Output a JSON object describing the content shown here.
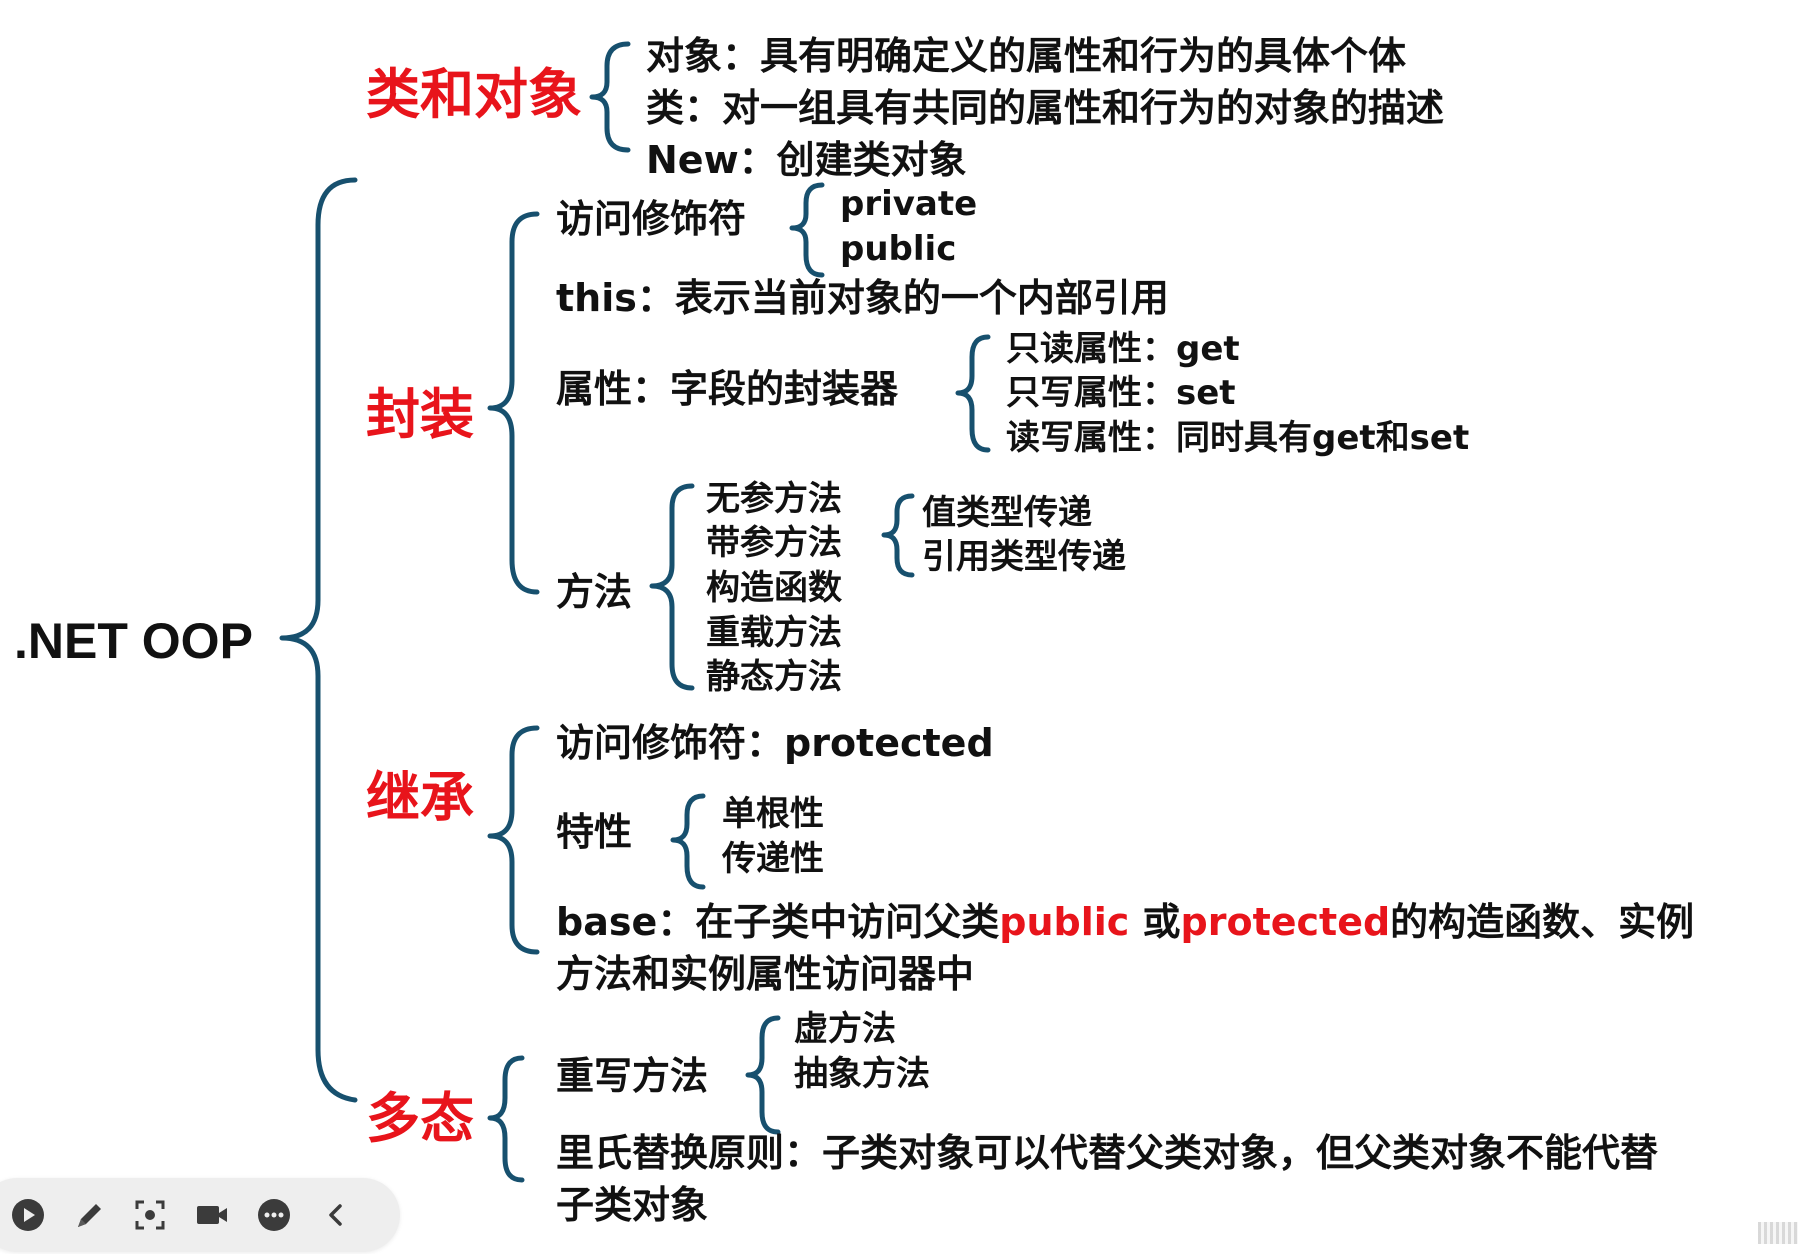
{
  "mindmap": {
    "root": ".NET OOP",
    "class_object": {
      "title": "类和对象",
      "items": [
        "对象：具有明确定义的属性和行为的具体个体",
        "类：对一组具有共同的属性和行为的对象的描述",
        "New：创建类对象"
      ]
    },
    "encapsulation": {
      "title": "封装",
      "access_modifier": {
        "label": "访问修饰符",
        "options": [
          "private",
          "public"
        ]
      },
      "this_text": "this：表示当前对象的一个内部引用",
      "property": {
        "label": "属性：字段的封装器",
        "kinds": [
          "只读属性：get",
          "只写属性：set",
          "读写属性：同时具有get和set"
        ]
      },
      "method": {
        "label": "方法",
        "kinds": [
          "无参方法",
          "带参方法",
          "构造函数",
          "重载方法",
          "静态方法"
        ],
        "param_passing": [
          "值类型传递",
          "引用类型传递"
        ]
      }
    },
    "inheritance": {
      "title": "继承",
      "access_modifier": "访问修饰符：protected",
      "traits": {
        "label": "特性",
        "items": [
          "单根性",
          "传递性"
        ]
      },
      "base": {
        "prefix": "base：在子类中访问父类",
        "kw_public": "public",
        "mid": " 或",
        "kw_protected": "protected",
        "suffix": "的构造函数、实例",
        "line2": "方法和实例属性访问器中"
      }
    },
    "polymorphism": {
      "title": "多态",
      "override": {
        "label": "重写方法",
        "items": [
          "虚方法",
          "抽象方法"
        ]
      },
      "lsp_line1": "里氏替换原则：子类对象可以代替父类对象，但父类对象不能代替",
      "lsp_line2": "子类对象"
    }
  },
  "toolbar": {
    "buttons": [
      "play-icon",
      "pen-icon",
      "screenshot-icon",
      "video-icon",
      "more-icon",
      "collapse-icon"
    ]
  },
  "colors": {
    "brace": "#17506e",
    "category": "#e8141b",
    "text": "#111111",
    "highlight": "#e8141b"
  }
}
